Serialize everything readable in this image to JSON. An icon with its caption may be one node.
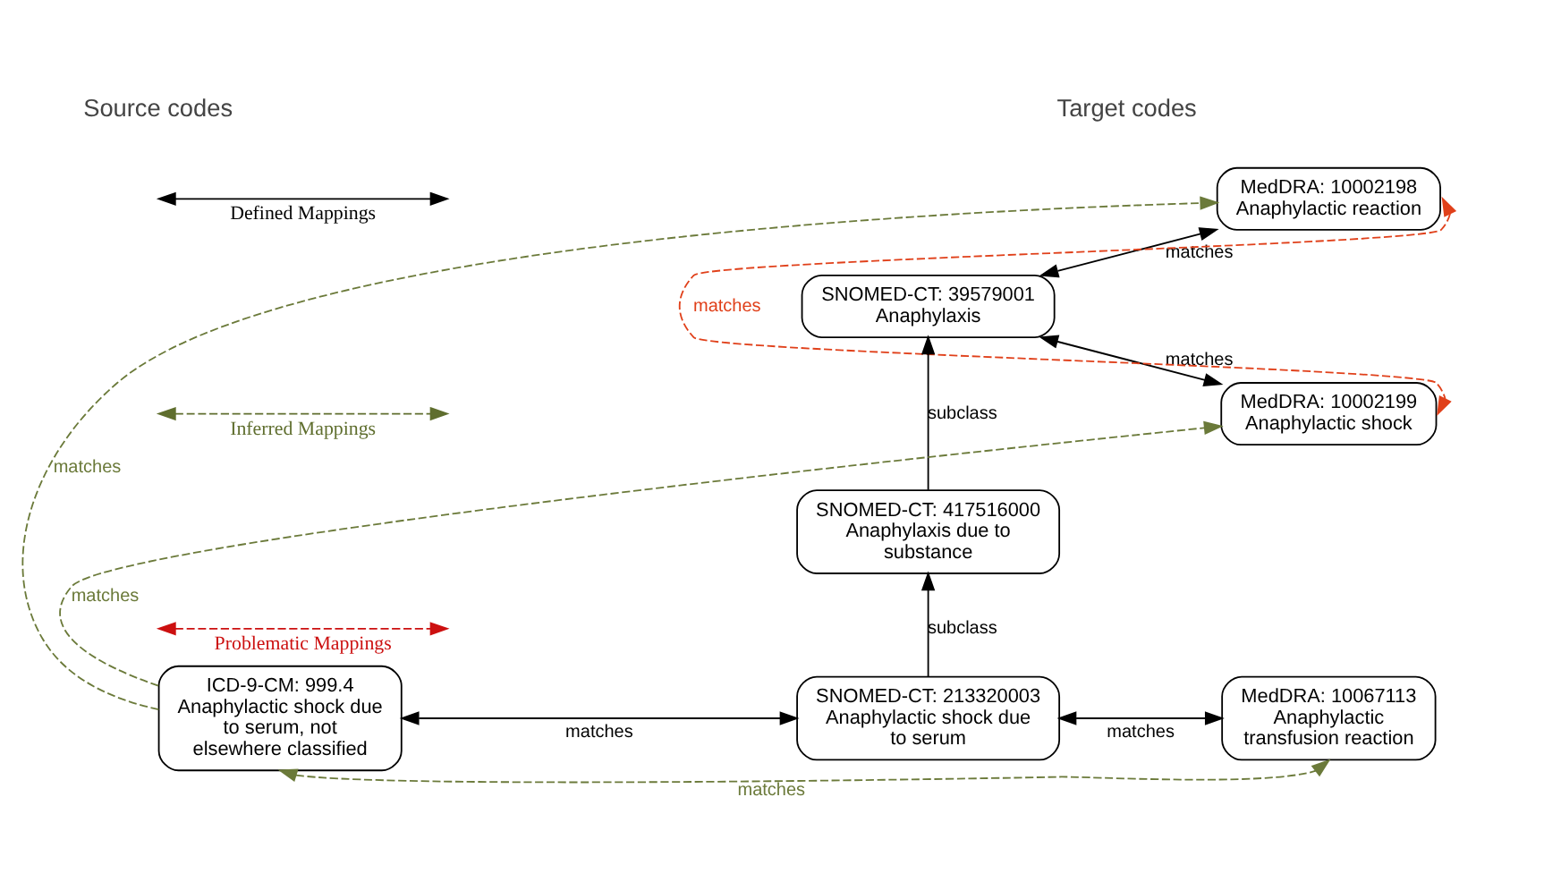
{
  "diagram": {
    "nodes": [
      {
        "text": [
          "SNOMED-CT: 39579001 Anaphylaxis"
        ]
      },
      {
        "text": [
          "MedDRA: 10002198 Anaphylactic reaction"
        ]
      },
      {
        "text": [
          "MedDRA: 10002199 Anaphylactic shock"
        ]
      },
      {
        "text": [
          "SNOMED-CT: 417516000 Anaphylaxis due to substance"
        ]
      },
      {
        "text": [
          "ICD-9-CM: 999.4 Anaphylactic shock due to serum, not elsewhere classified"
        ]
      },
      {
        "text": [
          "SNOMED-CT: 213320003 Anaphylactic shock due to serum"
        ]
      },
      {
        "text": [
          "MedDRA: 10067113 Anaphylactic transfusion reaction"
        ]
      }
    ],
    "edges": [
      {
        "from": 4,
        "to": 1,
        "arrow": "to",
        "label": "matches",
        "style": "dashed",
        "color": "#6b7a3a"
      },
      {
        "from": 0,
        "to": 1,
        "arrow": "both",
        "label": "matches"
      },
      {
        "from": 1,
        "to": 2,
        "arrow": "both",
        "label": "matches",
        "style": "dashed",
        "color": "#e0401a"
      },
      {
        "from": 0,
        "to": 2,
        "arrow": "both",
        "label": "matches"
      },
      {
        "from": 3,
        "to": 0,
        "arrow": "to",
        "label": "subclass"
      },
      {
        "from": 4,
        "to": 2,
        "arrow": "to",
        "label": "matches",
        "style": "dashed",
        "color": "#6b7a3a"
      },
      {
        "from": 5,
        "to": 3,
        "arrow": "to",
        "label": "subclass"
      },
      {
        "from": 4,
        "to": 5,
        "arrow": "both",
        "label": "matches"
      },
      {
        "from": 5,
        "to": 6,
        "arrow": "both",
        "label": "matches"
      },
      {
        "from": 4,
        "to": 6,
        "arrow": "both",
        "label": "matches",
        "style": "dashed",
        "color": "#6b7a3a"
      }
    ],
    "labels": [
      "Source codes",
      "Target codes"
    ],
    "legend": [
      {
        "text": "Defined Mappings"
      },
      {
        "text": "Inferred Mappings"
      },
      {
        "text": "Problematic Mappings"
      }
    ]
  }
}
